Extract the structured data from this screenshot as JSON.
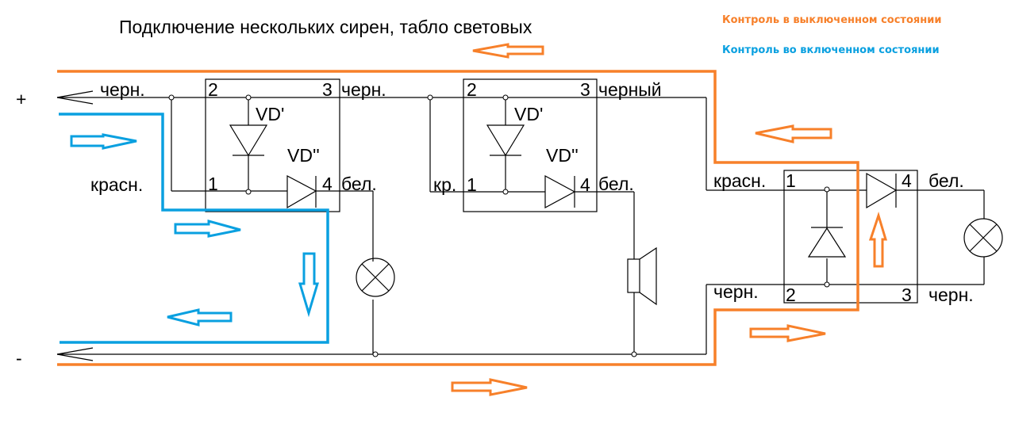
{
  "title": "Подключение нескольких сирен, табло световых",
  "legend": {
    "off_state": {
      "label": "Контроль в выключенном состоянии",
      "color": "#f7802a"
    },
    "on_state": {
      "label": "Контроль во включенном состоянии",
      "color": "#0aa0e0"
    }
  },
  "terminals": {
    "plus": "+",
    "minus": "-"
  },
  "block1": {
    "pin1": "1",
    "pin2": "2",
    "pin3": "3",
    "pin4": "4",
    "vd1": "VD'",
    "vd2": "VD''",
    "wire_in_top": "черн.",
    "wire_in_bottom": "красн.",
    "wire_out_top": "черн.",
    "wire_out_bottom": "бел."
  },
  "block2": {
    "pin1": "1",
    "pin2": "2",
    "pin3": "3",
    "pin4": "4",
    "vd1": "VD'",
    "vd2": "VD''",
    "wire_in_bottom": "кр.",
    "wire_out_top": "черный",
    "wire_out_bottom": "бел."
  },
  "block3": {
    "pin1": "1",
    "pin2": "2",
    "pin3": "3",
    "pin4": "4",
    "wire_in_top": "красн.",
    "wire_in_bottom": "черн.",
    "wire_out_top": "бел.",
    "wire_out_bottom": "черн."
  },
  "components": {
    "lamp1": "lamp-icon",
    "siren": "speaker-icon",
    "lamp2": "lamp-icon"
  }
}
